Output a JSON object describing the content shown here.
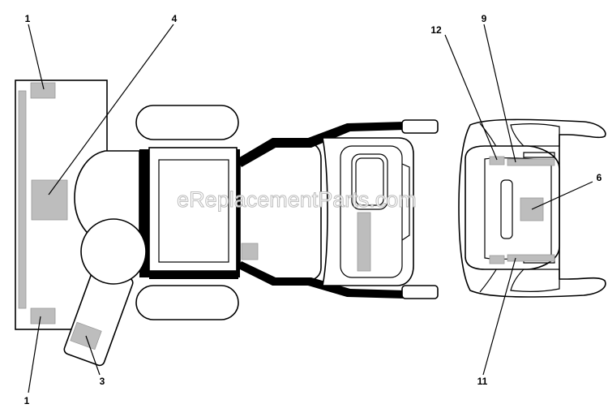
{
  "watermark": "eReplacementParts.com",
  "callouts": [
    {
      "id": "c1-top",
      "label": "1"
    },
    {
      "id": "c4",
      "label": "4"
    },
    {
      "id": "c1-bottom",
      "label": "1"
    },
    {
      "id": "c3",
      "label": "3"
    },
    {
      "id": "c12",
      "label": "12"
    },
    {
      "id": "c9",
      "label": "9"
    },
    {
      "id": "c6",
      "label": "6"
    },
    {
      "id": "c11",
      "label": "11"
    }
  ],
  "colors": {
    "line": "#000000",
    "decal": "#bdbdbd",
    "background": "#ffffff"
  }
}
